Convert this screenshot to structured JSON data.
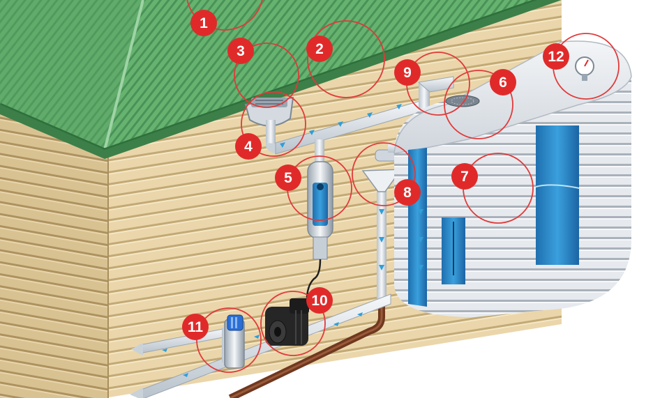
{
  "diagram": {
    "callouts": [
      {
        "id": "1",
        "label": "1"
      },
      {
        "id": "2",
        "label": "2"
      },
      {
        "id": "3",
        "label": "3"
      },
      {
        "id": "4",
        "label": "4"
      },
      {
        "id": "5",
        "label": "5"
      },
      {
        "id": "6",
        "label": "6"
      },
      {
        "id": "7",
        "label": "7"
      },
      {
        "id": "8",
        "label": "8"
      },
      {
        "id": "9",
        "label": "9"
      },
      {
        "id": "10",
        "label": "10"
      },
      {
        "id": "11",
        "label": "11"
      },
      {
        "id": "12",
        "label": "12"
      }
    ]
  },
  "colors": {
    "roof": "#5fae6a",
    "roof_dark": "#3f8a4d",
    "wall": "#e7d3a8",
    "wall_line": "#b89e6c",
    "pipe": "#e4e9ee",
    "flow_arrow": "#2f9fd8",
    "tank": "#dfe3e8",
    "water": "#2f86c8",
    "badge": "#e02a2a",
    "ring": "#e03a3a",
    "drain": "#7a3e26",
    "pump": "#2a2a2a",
    "filter_cap": "#2b6fd6"
  },
  "icons": [
    "gutter-guard-icon",
    "first-flush-diverter-icon",
    "tank-screen-icon",
    "pump-icon",
    "water-level-gauge-icon",
    "mains-switch-icon"
  ]
}
